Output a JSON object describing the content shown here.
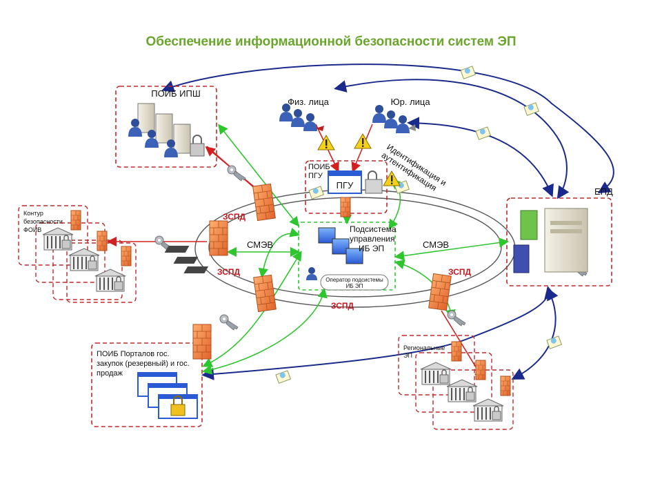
{
  "title": "Обеспечение информационной безопасности систем ЭП",
  "labels": {
    "poib_ipsh": "ПОИБ ИПШ",
    "phys": "Физ. лица",
    "jur": "Юр. лица",
    "poib_pgu_1": "ПОИБ",
    "poib_pgu_2": "ПГУ",
    "pgu": "ПГУ",
    "ident_1": "Идентификация и",
    "ident_2": "аутентификация",
    "epd": "ЕПД",
    "contour_1": "Контур",
    "contour_2": "безопасности",
    "contour_3": "ФОИВ",
    "zspd": "ЗСПД",
    "smev": "СМЭВ",
    "subsys_1": "Подсистема",
    "subsys_2": "управления",
    "subsys_3": "ИБ ЭП",
    "operator_1": "Оператор подсистемы",
    "operator_2": "ИБ ЭП",
    "portals_1": "ПОИБ Порталов гос.",
    "portals_2": "закупок (резервный) и гос.",
    "portals_3": "продаж",
    "regional_1": "Региональные",
    "regional_2": "ЭП"
  },
  "colors": {
    "title": "#6aa62c",
    "dashed_box": "#c0282d",
    "blue_arrow": "#1a2a8c",
    "green_arrow": "#2ec52e",
    "red_arrow": "#d22020",
    "zspd_text": "#c8161d",
    "firewall": "#f08a3c"
  }
}
